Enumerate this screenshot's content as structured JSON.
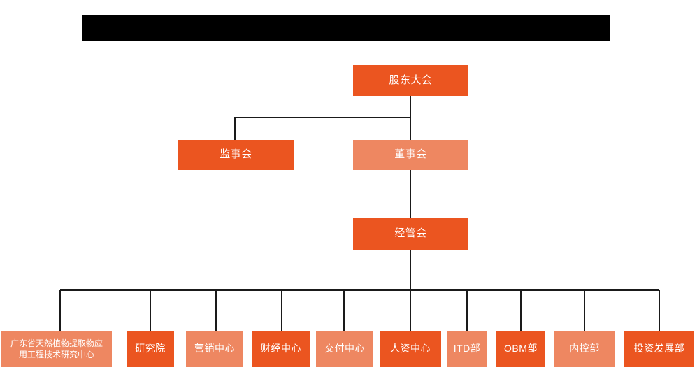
{
  "page": {
    "background_color": "#ffffff",
    "title_banner": {
      "label": "",
      "redacted": true,
      "color": "#000000"
    }
  },
  "palette": {
    "bright_orange": "#eb5520",
    "light_salmon": "#ee8761",
    "connector_line": "#1a1a1a",
    "text": "#ffffff"
  },
  "org_chart": {
    "type": "organization-hierarchy",
    "levels": [
      {
        "level": 1,
        "nodes": [
          {
            "id": "shareholders",
            "label": "股东大会",
            "color": "#eb5520",
            "tone": "bright"
          }
        ]
      },
      {
        "level": 2,
        "nodes": [
          {
            "id": "supervisors",
            "label": "监事会",
            "color": "#eb5520",
            "tone": "bright"
          },
          {
            "id": "directors",
            "label": "董事会",
            "color": "#ee8761",
            "tone": "light"
          }
        ]
      },
      {
        "level": 3,
        "nodes": [
          {
            "id": "management",
            "label": "经管会",
            "color": "#eb5520",
            "tone": "bright"
          }
        ]
      },
      {
        "level": 4,
        "nodes": [
          {
            "id": "gd-research-center",
            "label": "广东省天然植物提取物应用工程技术研究中心",
            "line1": "广东省天然植物提取物应",
            "line2": "用工程技术研究中心",
            "color": "#ee8761",
            "tone": "light"
          },
          {
            "id": "research-institute",
            "label": "研究院",
            "color": "#eb5520",
            "tone": "bright"
          },
          {
            "id": "marketing-center",
            "label": "营销中心",
            "color": "#ee8761",
            "tone": "light"
          },
          {
            "id": "finance-center",
            "label": "财经中心",
            "color": "#eb5520",
            "tone": "bright"
          },
          {
            "id": "delivery-center",
            "label": "交付中心",
            "color": "#ee8761",
            "tone": "light"
          },
          {
            "id": "hr-center",
            "label": "人资中心",
            "color": "#eb5520",
            "tone": "bright"
          },
          {
            "id": "itd-dept",
            "label": "ITD部",
            "color": "#ee8761",
            "tone": "light"
          },
          {
            "id": "obm-dept",
            "label": "OBM部",
            "color": "#eb5520",
            "tone": "bright"
          },
          {
            "id": "internal-control-dept",
            "label": "内控部",
            "color": "#ee8761",
            "tone": "light"
          },
          {
            "id": "investment-dev-dept",
            "label": "投资发展部",
            "color": "#eb5520",
            "tone": "bright"
          }
        ]
      }
    ]
  }
}
